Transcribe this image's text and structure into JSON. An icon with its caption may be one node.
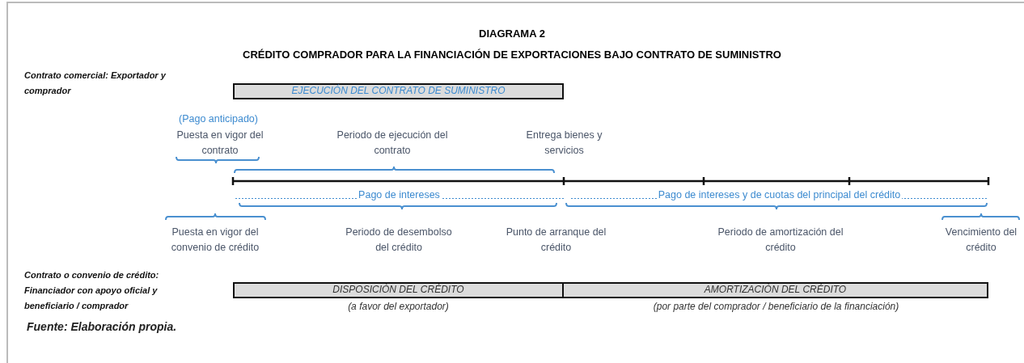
{
  "diagram": {
    "title": "DIAGRAMA 2",
    "caption": "Fuente: Elaboración propia.",
    "nodes": [
      {
        "text": [
          "EJECUCIÓN DEL CONTRATO DE SUMINISTRO"
        ]
      },
      {
        "text": [
          "DISPOSICIÓN DEL CRÉDITO"
        ],
        "beside": [
          "(a favor del exportador)"
        ]
      },
      {
        "text": [
          "AMORTIZACIÓN DEL CRÉDITO"
        ],
        "beside": [
          "(por parte del comprador / beneficiario de la financiación)"
        ]
      }
    ],
    "edges": [],
    "labels": [
      "CRÉDITO COMPRADOR PARA LA FINANCIACIÓN DE EXPORTACIONES BAJO CONTRATO DE SUMINISTRO",
      "Contrato comercial: Exportador y comprador",
      "(Pago anticipado)",
      "Puesta en vigor del contrato",
      "Periodo de ejecución del contrato",
      "Entrega bienes y servicios",
      "Pago de intereses",
      "Pago de intereses y de cuotas del principal del crédito",
      "Puesta en vigor del convenio de crédito",
      "Periodo de desembolso del crédito",
      "Punto de arranque del crédito",
      "Periodo de amortización del crédito",
      "Vencimiento del crédito",
      "Contrato o convenio de crédito: Financiador con apoyo oficial y beneficiario / comprador"
    ]
  }
}
